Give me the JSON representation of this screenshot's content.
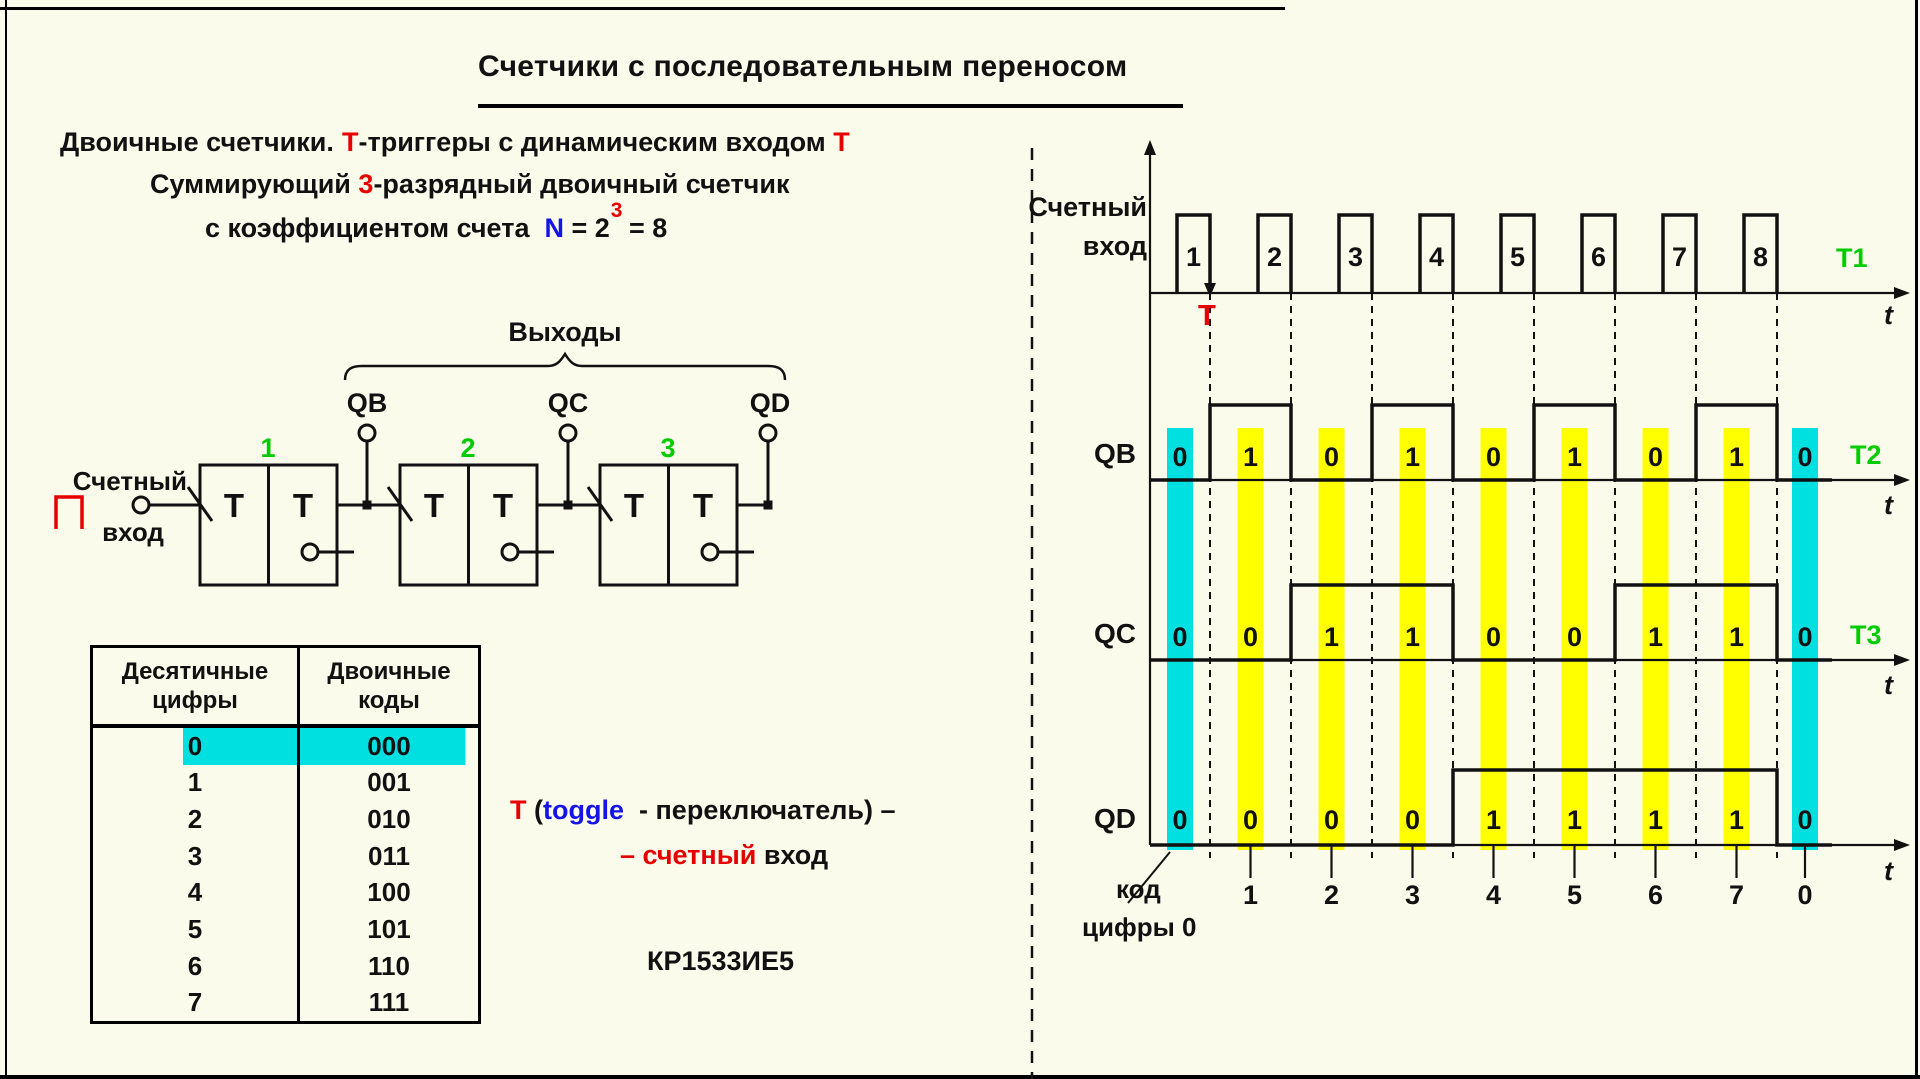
{
  "page": {
    "title": "Счетчики с последовательным переносом",
    "colors": {
      "background": "#fbfbeb",
      "accent_red": "#e60000",
      "accent_blue": "#1414e6",
      "accent_green": "#00cc00",
      "highlight_cyan": "#00e0e0",
      "highlight_yellow": "#ffff00"
    }
  },
  "intro": {
    "line1_left": "Двоичные счетчики.",
    "line1_t1": "Т",
    "line1_mid": "-триггеры с динамическим входом ",
    "line1_t2": "Т",
    "line2_pre": "Суммирующий ",
    "line2_digit": "3",
    "line2_post": "-разрядный двоичный счетчик",
    "line3_pre": "с коэффициентом счета  ",
    "line3_n": "N",
    "line3_eq": " = 2",
    "line3_sup": "3",
    "line3_post": " = 8"
  },
  "circuit": {
    "outputs_label": "Выходы",
    "outputs": [
      "QB",
      "QC",
      "QD"
    ],
    "stage_numbers": [
      "1",
      "2",
      "3"
    ],
    "t_label": "Т",
    "input_label_line1": "Счетный",
    "input_label_line2": "вход",
    "pulse_icon": "pulse-icon"
  },
  "table": {
    "col1_header": [
      "Десятичные",
      "цифры"
    ],
    "col2_header": [
      "Двоичные",
      "коды"
    ],
    "rows": [
      {
        "dec": "0",
        "bin": "000",
        "highlight": true
      },
      {
        "dec": "1",
        "bin": "001",
        "highlight": false
      },
      {
        "dec": "2",
        "bin": "010",
        "highlight": false
      },
      {
        "dec": "3",
        "bin": "011",
        "highlight": false
      },
      {
        "dec": "4",
        "bin": "100",
        "highlight": false
      },
      {
        "dec": "5",
        "bin": "101",
        "highlight": false
      },
      {
        "dec": "6",
        "bin": "110",
        "highlight": false
      },
      {
        "dec": "7",
        "bin": "111",
        "highlight": false
      }
    ]
  },
  "note": {
    "t": "Т",
    "open": " (",
    "toggle": "toggle",
    "rest": "  - переключатель) –",
    "line2_red": "– счетный",
    "line2_black": " вход"
  },
  "chip_label": "КР1533ИЕ5",
  "timing": {
    "input_label_line1": "Счетный",
    "input_label_line2": "вход",
    "pulse_numbers": [
      "1",
      "2",
      "3",
      "4",
      "5",
      "6",
      "7",
      "8"
    ],
    "trigger_label": "Т",
    "axis_label_t": "t",
    "series_labels": {
      "t1": "T1",
      "t2": "T2",
      "t3": "T3"
    },
    "rows": [
      {
        "name": "QB",
        "values": [
          "0",
          "1",
          "0",
          "1",
          "0",
          "1",
          "0",
          "1",
          "0"
        ]
      },
      {
        "name": "QC",
        "values": [
          "0",
          "0",
          "1",
          "1",
          "0",
          "0",
          "1",
          "1",
          "0"
        ]
      },
      {
        "name": "QD",
        "values": [
          "0",
          "0",
          "0",
          "0",
          "1",
          "1",
          "1",
          "1",
          "0"
        ]
      }
    ],
    "bottom_numbers": [
      "1",
      "2",
      "3",
      "4",
      "5",
      "6",
      "7",
      "0"
    ],
    "code_label_line1": "код",
    "code_label_line2": "цифры 0"
  }
}
